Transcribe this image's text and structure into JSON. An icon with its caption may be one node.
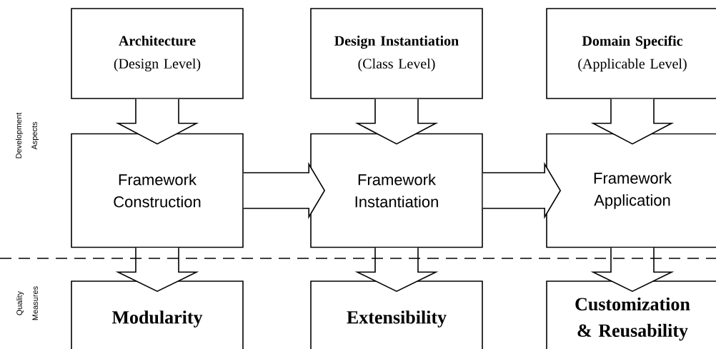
{
  "diagram": {
    "nodes": [
      {
        "text": [
          "Architecture",
          "(Design Level)"
        ]
      },
      {
        "text": [
          "Design Instantiation",
          "(Class Level)"
        ]
      },
      {
        "text": [
          "Domain Specific",
          "(Applicable Level)"
        ]
      },
      {
        "text": [
          "Framework Construction"
        ]
      },
      {
        "text": [
          "Framework Instantiation"
        ]
      },
      {
        "text": [
          "Framework Application"
        ]
      },
      {
        "text": [
          "Modularity"
        ]
      },
      {
        "text": [
          "Extensibility"
        ]
      },
      {
        "text": [
          "Customization & Reusability"
        ]
      }
    ],
    "edges": [
      {
        "from": 0,
        "to": 3,
        "arrow": "to"
      },
      {
        "from": 1,
        "to": 4,
        "arrow": "to"
      },
      {
        "from": 2,
        "to": 5,
        "arrow": "to"
      },
      {
        "from": 3,
        "to": 4,
        "arrow": "to"
      },
      {
        "from": 4,
        "to": 5,
        "arrow": "to"
      },
      {
        "from": 3,
        "to": 6,
        "arrow": "to"
      },
      {
        "from": 4,
        "to": 7,
        "arrow": "to"
      },
      {
        "from": 5,
        "to": 8,
        "arrow": "to"
      }
    ],
    "labels": [
      "Development Aspects",
      "Quality Measures"
    ]
  }
}
